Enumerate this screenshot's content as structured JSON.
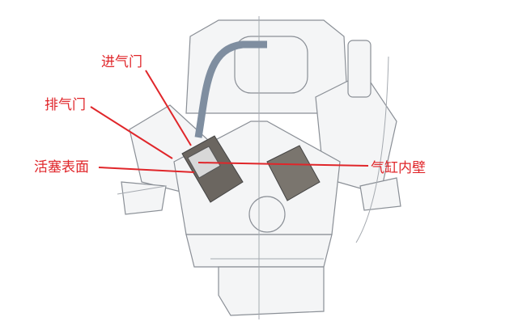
{
  "labels": {
    "intake_valve": "进气门",
    "exhaust_valve": "排气门",
    "piston_surface": "活塞表面",
    "cylinder_wall": "气缸内壁"
  },
  "colors": {
    "label": "#e0262a",
    "line": "#e0262a",
    "drawing": "#8a8f96"
  }
}
